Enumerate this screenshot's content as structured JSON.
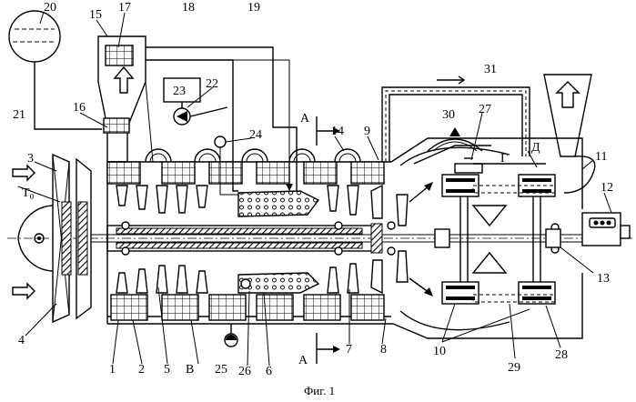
{
  "caption": "Фиг. 1",
  "temperature_label": "T₀",
  "section_marks": [
    "A",
    "A"
  ],
  "flow_labels": [
    "B",
    "Г",
    "Д"
  ],
  "part_numbers": [
    "1",
    "2",
    "3",
    "4",
    "5",
    "6",
    "7",
    "8",
    "9",
    "10",
    "11",
    "12",
    "13",
    "14",
    "15",
    "16",
    "17",
    "18",
    "19",
    "20",
    "21",
    "22",
    "23",
    "24",
    "25",
    "26",
    "27",
    "28",
    "29",
    "30",
    "31"
  ]
}
